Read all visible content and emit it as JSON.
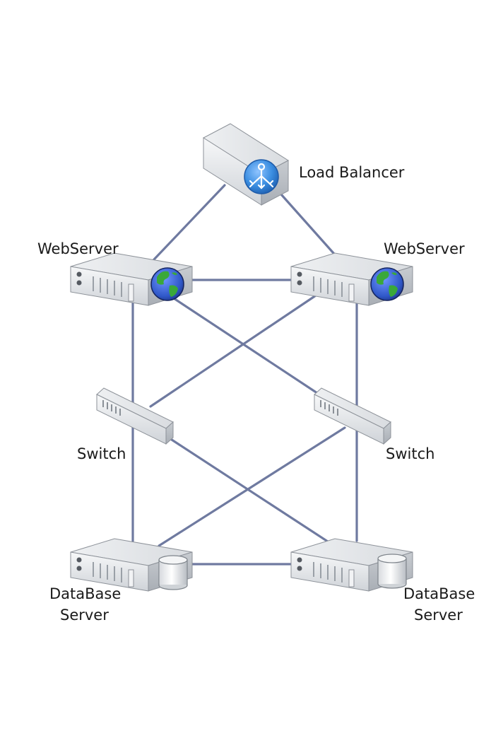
{
  "diagram": {
    "nodes": {
      "load_balancer": {
        "label": "Load Balancer",
        "icon": "load-balancer-icon"
      },
      "webserver_left": {
        "label": "WebServer",
        "icon": "web-server-icon"
      },
      "webserver_right": {
        "label": "WebServer",
        "icon": "web-server-icon"
      },
      "switch_left": {
        "label": "Switch",
        "icon": "network-switch-icon"
      },
      "switch_right": {
        "label": "Switch",
        "icon": "network-switch-icon"
      },
      "db_left": {
        "label_line1": "DataBase",
        "label_line2": "Server",
        "icon": "database-server-icon"
      },
      "db_right": {
        "label_line1": "DataBase",
        "label_line2": "Server",
        "icon": "database-server-icon"
      }
    },
    "connections": [
      [
        "load_balancer",
        "webserver_left"
      ],
      [
        "load_balancer",
        "webserver_right"
      ],
      [
        "webserver_left",
        "webserver_right"
      ],
      [
        "webserver_left",
        "db_left"
      ],
      [
        "webserver_right",
        "db_right"
      ],
      [
        "webserver_left",
        "switch_right"
      ],
      [
        "webserver_right",
        "switch_left"
      ],
      [
        "switch_left",
        "db_right"
      ],
      [
        "switch_right",
        "db_left"
      ],
      [
        "db_left",
        "db_right"
      ]
    ],
    "colors": {
      "connector": "#6f7aa0",
      "lb_badge": "#3a8de0",
      "globe_ocean": "#2f57c8",
      "globe_land": "#3aa83a",
      "device_body": "#e4e6e9"
    }
  }
}
